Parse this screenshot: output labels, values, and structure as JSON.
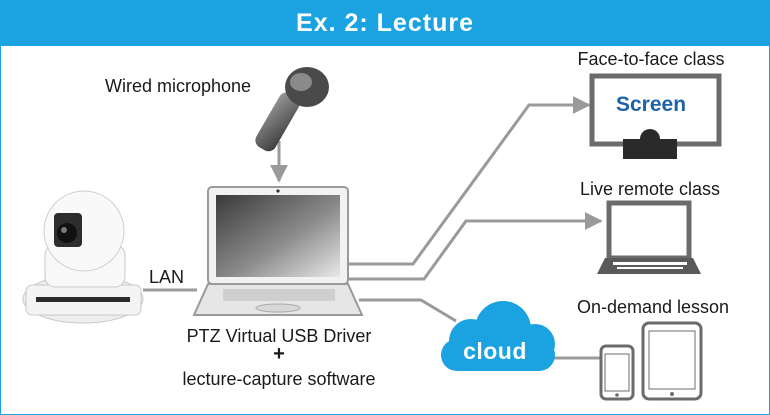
{
  "banner": {
    "title": "Ex. 2: Lecture"
  },
  "labels": {
    "microphone": "Wired microphone",
    "lan": "LAN",
    "driver": "PTZ Virtual USB Driver",
    "plus": "+",
    "software": "lecture-capture software",
    "face_to_face": "Face-to-face class",
    "screen": "Screen",
    "live_remote": "Live remote class",
    "on_demand": "On-demand lesson",
    "cloud": "cloud"
  },
  "colors": {
    "accent": "#1aa3e0",
    "screen_text": "#1d63a8",
    "arrow": "#9a9a9a",
    "device_gray": "#6b6b6b"
  }
}
